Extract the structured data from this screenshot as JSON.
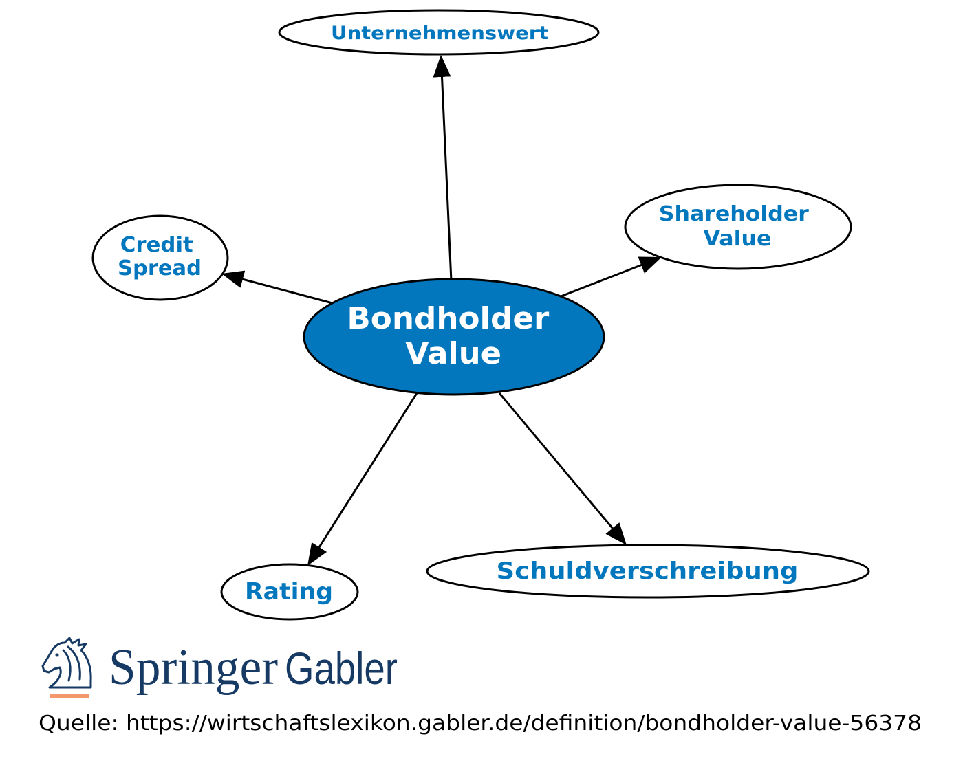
{
  "diagram": {
    "center": {
      "label_lines": [
        "Bondholder",
        "Value"
      ]
    },
    "arrows_to": [
      {
        "label_lines": [
          "Unternehmenswert"
        ]
      },
      {
        "label_lines": [
          "Shareholder",
          "Value"
        ]
      },
      {
        "label_lines": [
          "Credit",
          "Spread"
        ]
      },
      {
        "label_lines": [
          "Rating"
        ]
      },
      {
        "label_lines": [
          "Schuldverschreibung"
        ]
      }
    ]
  },
  "logo": {
    "icon": "springer-knight-icon",
    "brand": "Springer",
    "imprint": "Gabler"
  },
  "source": {
    "text": "Quelle: https://wirtschaftslexikon.gabler.de/definition/bondholder-value-56378"
  },
  "colors": {
    "center_fill": "#0277bd",
    "center_text": "#ffffff",
    "node_fill": "#ffffff",
    "node_text": "#0277bd",
    "outline": "#000000",
    "logo_navy": "#163a63",
    "logo_accent": "#f4976c"
  }
}
